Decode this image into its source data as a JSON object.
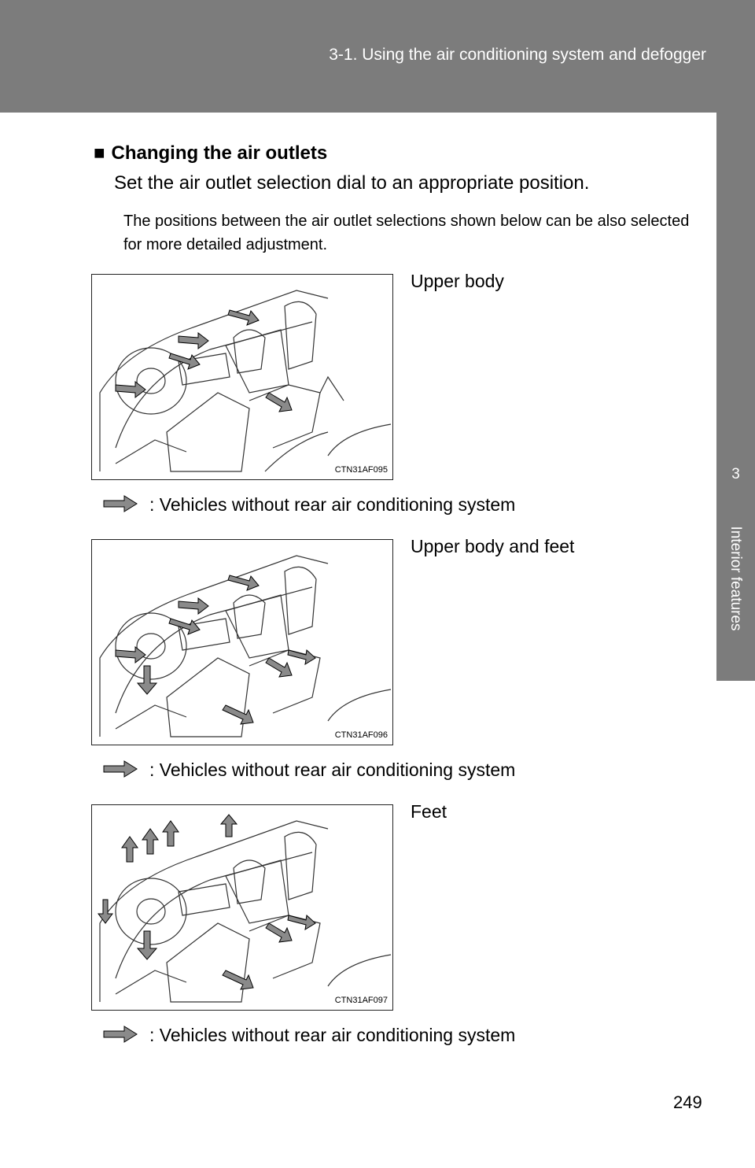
{
  "header": {
    "title": "3-1. Using the air conditioning system and defogger"
  },
  "side_tab": {
    "number": "3",
    "label": "Interior features"
  },
  "section": {
    "marker": "■",
    "heading": "Changing the air outlets",
    "instruction": "Set the air outlet selection dial to an appropriate position.",
    "note": "The positions between the air outlet selections shown below can be also selected for more detailed adjustment."
  },
  "modes": [
    {
      "label": "Upper body",
      "figure_code": "CTN31AF095",
      "icon": "upper-body-airflow-icon",
      "rear_note": ": Vehicles without rear air conditioning system"
    },
    {
      "label": "Upper body and feet",
      "figure_code": "CTN31AF096",
      "icon": "upper-body-feet-airflow-icon",
      "rear_note": ": Vehicles without rear air conditioning system"
    },
    {
      "label": "Feet",
      "figure_code": "CTN31AF097",
      "icon": "feet-airflow-icon",
      "rear_note": ": Vehicles without rear air conditioning system"
    }
  ],
  "page_number": "249",
  "colors": {
    "band": "#7c7c7c",
    "arrow_fill": "#8a8a8a"
  }
}
